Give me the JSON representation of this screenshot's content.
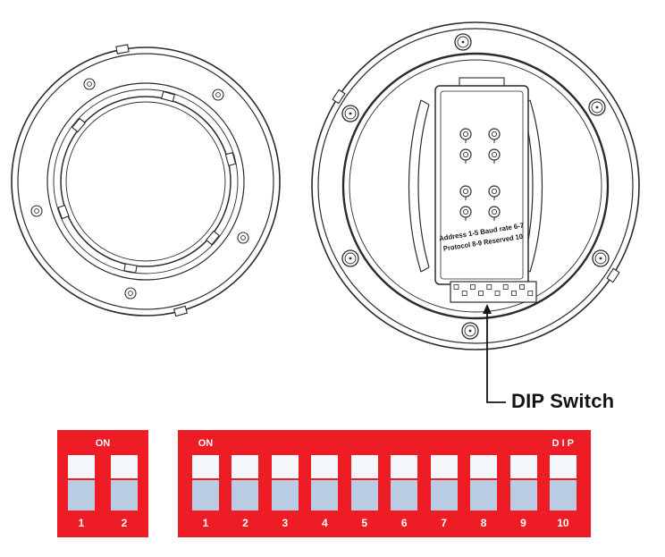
{
  "figure": {
    "callout_label": "DIP Switch",
    "module": {
      "line1": "Address 1-5  Baud rate 6-7",
      "line2": "Protocol 8-9  Reserved 10"
    },
    "dip_small": {
      "on_label": "ON",
      "positions": [
        "1",
        "2"
      ]
    },
    "dip_large": {
      "on_label": "ON",
      "dip_label": "DIP",
      "positions": [
        "1",
        "2",
        "3",
        "4",
        "5",
        "6",
        "7",
        "8",
        "9",
        "10"
      ]
    },
    "colors": {
      "switch_red": "#ee1c25",
      "slider_blue": "#b8cce4",
      "recess_white": "#f4f7fb",
      "line_color": "#2b2b2b"
    }
  }
}
